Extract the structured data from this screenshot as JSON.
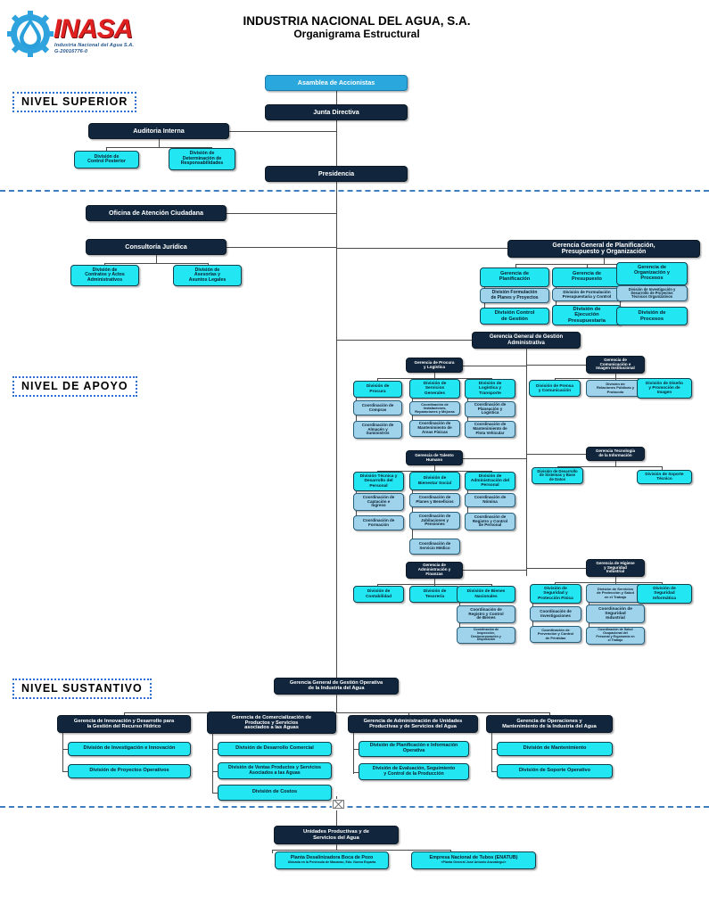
{
  "document": {
    "title_line1": "INDUSTRIA NACIONAL DEL AGUA, S.A.",
    "title_line2": "Organigrama Estructural"
  },
  "logo": {
    "wordmark": "INASA",
    "subline1": "Industria Nacional del Agua S.A.",
    "subline2": "G-20016776-0",
    "drop_icon": "water-drop-gear-icon"
  },
  "levels": [
    {
      "id": "superior",
      "label": "NIVEL SUPERIOR"
    },
    {
      "id": "apoyo",
      "label": "NIVEL DE APOYO"
    },
    {
      "id": "sustantivo",
      "label": "NIVEL SUSTANTIVO"
    }
  ],
  "nivel_superior": {
    "assembly": "Asamblea de Accionistas",
    "junta": "Junta Directiva",
    "auditoria": "Auditoria Interna",
    "auditoria_divs": [
      "División de\nControl Posterior",
      "División de\nDeterminación de\nResponsabilidades"
    ],
    "presidencia": "Presidencia"
  },
  "nivel_apoyo": {
    "oficina_atencion": "Oficina de Atención Ciudadana",
    "consultoria": "Consultoría Jurídica",
    "consultoria_divs": [
      "División de\nContratos y Actos\nAdministrativos",
      "División de\nAsesorías y\nAsuntos Legales"
    ],
    "planificacion": {
      "header": "Gerencia General de Planificación,\nPresupuesto y Organización",
      "columns": [
        {
          "gerencia": "Gerencia de\nPlanificación",
          "divisiones": [
            "División Formulación\nde Planes y Proyectos",
            "División Control\nde Gestión"
          ]
        },
        {
          "gerencia": "Gerencia de\nPresupuesto",
          "divisiones": [
            "División de Formulación\nPresupuestaria y Control",
            "División de\nEjecución\nPresupuestaria"
          ]
        },
        {
          "gerencia": "Gerencia de\nOrganización y\nProcesos",
          "divisiones": [
            "División de Investigación y\nDesarrollo de Proyectos\nTécnicos Organizativos",
            "División de\nProcesos"
          ]
        }
      ]
    },
    "gestion_admin": {
      "header": "Gerencia General de Gestión\nAdministrativa",
      "groups": [
        {
          "id": "procura-logistica",
          "gerencia": "Gerencia de Procura\ny Logística",
          "columns": [
            {
              "division": "División de\nProcura",
              "coordinaciones": [
                "Coordinación de\nCompras",
                "Coordinación de\nAlmacén y\nSuministros"
              ]
            },
            {
              "division": "División de\nServicios\nGenerales",
              "coordinaciones": [
                "Coordinación de\nInstalaciones,\nReparaciones y Mejoras",
                "Coordinación de\nMantenimiento de\nÁreas Físicas"
              ]
            },
            {
              "division": "División de\nLogística y\nTransporte",
              "coordinaciones": [
                "Coordinación de\nPlaneación y\nLogística",
                "Coordinación de\nMantenimiento de\nFlota Vehicular"
              ]
            }
          ]
        },
        {
          "id": "comunicacion",
          "gerencia": "Gerencia de\nComunicación e\nImagen Institucional",
          "columns": [
            {
              "division": "División de Prensa\ny Comunicación",
              "coordinaciones": []
            },
            {
              "division": "División de\nRelaciones Públicas y\nProtocolo",
              "coordinaciones": []
            },
            {
              "division": "División de Diseño\ny Promoción de\nImagen",
              "coordinaciones": []
            }
          ]
        },
        {
          "id": "talento-humano",
          "gerencia": "Gerencia de Talento\nHumano",
          "columns": [
            {
              "division": "División Técnica y\nDesarrollo del\nPersonal",
              "coordinaciones": [
                "Coordinación de\nCaptación e\nIngreso",
                "Coordinación de\nFormación"
              ]
            },
            {
              "division": "División de\nBienestar Social",
              "coordinaciones": [
                "Coordinación de\nPlanes y Beneficios",
                "Coordinación de\nJubilaciones y\nPensiones",
                "Coordinación de\nServicio Médico"
              ]
            },
            {
              "division": "División de\nAdministración del\nPersonal",
              "coordinaciones": [
                "Coordinación de\nNómina",
                "Coordinación de\nRegistro y Control\nde Personal"
              ]
            }
          ]
        },
        {
          "id": "tecnologia",
          "gerencia": "Gerencia Tecnología\nde la Información",
          "columns": [
            {
              "division": "División de Desarrollo\nde Sistemas y Base\nde Datos",
              "coordinaciones": []
            },
            {
              "division": "División de Soporte\nTécnico",
              "coordinaciones": []
            }
          ]
        },
        {
          "id": "admin-finanzas",
          "gerencia": "Gerencia de\nAdministración y\nFinanzas",
          "columns": [
            {
              "division": "División de\nContabilidad",
              "coordinaciones": []
            },
            {
              "division": "División de\nTesorería",
              "coordinaciones": []
            },
            {
              "division": "División de Bienes\nNacionales",
              "coordinaciones": [
                "Coordinación de\nRegistro y Control\nde Bienes",
                "Coordinación de\nInspección,\nDesincorporación y\nDisposición"
              ]
            }
          ]
        },
        {
          "id": "higiene-seguridad",
          "gerencia": "Gerencia de Higiene\ny Seguridad\nIndustrial",
          "columns": [
            {
              "division": "División de\nSeguridad y\nProtección Física",
              "coordinaciones": [
                "Coordinación de\nInvestigaciones",
                "Coordinación de\nPrevención y Control\nde Pérdidas"
              ]
            },
            {
              "division": "División de Servicios\nde Protección y Salud\nen el Trabajo",
              "coordinaciones": [
                "Coordinación de\nSeguridad\nIndustrial",
                "Coordinación de Salud\nOcupacional del\nPersonal y Ergonomía en\nel Trabajo"
              ]
            },
            {
              "division": "División de\nSeguridad\nInformática",
              "coordinaciones": []
            }
          ]
        }
      ]
    }
  },
  "nivel_sustantivo": {
    "header": "Gerencia General de Gestión Operativa\nde la Industria del Agua",
    "columns": [
      {
        "gerencia": "Gerencia de Innovación y Desarrollo para\nla Gestión del Recurso Hídrico",
        "divisiones": [
          "División de Investigación e Innovación",
          "División de Proyectos Operativos"
        ]
      },
      {
        "gerencia": "Gerencia de Comercialización de\nProductos y Servicios\nasociados a las Aguas",
        "divisiones": [
          "División de Desarrollo Comercial",
          "División de Ventas Productos y Servicios\nAsociados a las Aguas",
          "División de Costos"
        ]
      },
      {
        "gerencia": "Gerencia de Administración de Unidades\nProductivas y de Servicios del Agua",
        "divisiones": [
          "División de Planificación e Información\nOperativa",
          "División de Evaluación, Seguimiento\ny Control de la Producción"
        ]
      },
      {
        "gerencia": "Gerencia de Operaciones y\nMantenimiento de la Industria del Agua",
        "divisiones": [
          "División de Mantenimiento",
          "División de Soporte Operativo"
        ]
      }
    ]
  },
  "unidades": {
    "header": "Unidades Productivas y de\nServicios del Agua",
    "items": [
      {
        "name": "Planta Desalinizadora Boca de Pozo",
        "caption": "Ubicada en la Península de Macanao, Edo. Nueva Esparta"
      },
      {
        "name": "Empresa Nacional de Tubos (ENATUB)",
        "caption": "«Planta General José Antonio Anzoátegui»"
      }
    ]
  },
  "colors": {
    "dark_box": "#11263c",
    "cyan_box": "#22e6f2",
    "pale_box": "#9fd3ec",
    "assembly_box": "#2aa8de",
    "separator": "#3f7fbf",
    "logo_red": "#e02020",
    "connector": "#4a4a4a"
  }
}
